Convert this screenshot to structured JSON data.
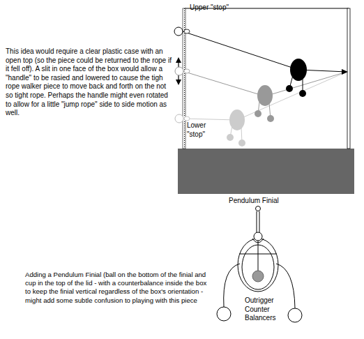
{
  "diagram": {
    "labels": [
      "Upper \"stop\"",
      "Lower \"stop\"",
      "This idea would require a clear plastic case with an open top (so the piece could be returned to the rope if it fell off). A slit in one face of the box would allow a \"handle\" to be rasied and lowered to cause the tigh rope walker piece to move back and forth on the not so tight rope. Perhaps the handle might even rotated to allow for a little \"jump rope\" side to side motion as well.",
      "Pendulum Finial",
      "Adding a Pendulum Finial (ball on the bottom of the finial and cup in the top of the lid - with a counterbalance inside the box to keep the finial vertical regardless of the box's orientation - might add some subtle confusion to playing with this piece",
      "Outrigger Counter Balancers"
    ]
  }
}
